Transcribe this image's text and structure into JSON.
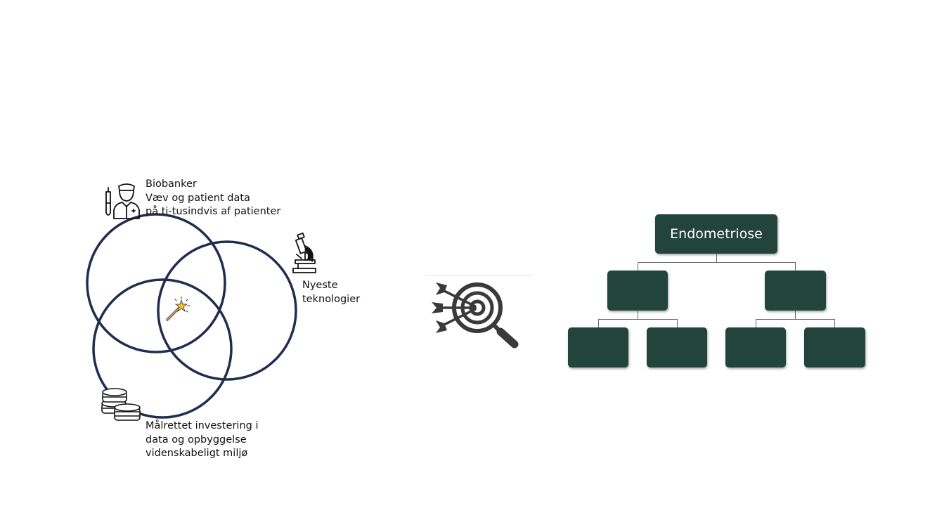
{
  "venn": {
    "stroke_color": "#1f2d4f",
    "labels": {
      "biobanker": [
        "Biobanker",
        "Væv og patient data",
        "på ti-tusindvis af patienter"
      ],
      "teknologier": [
        "Nyeste",
        "teknologier"
      ],
      "investering": [
        "Målrettet investering i",
        "data og opbyggelse",
        "videnskabeligt miljø"
      ]
    },
    "icons": {
      "top": "doctor-icon",
      "right": "microscope-icon",
      "bottom": "coins-icon",
      "center": "magic-wand-icon"
    }
  },
  "target_icon": "target-magnifier-icon",
  "tree": {
    "box_color": "#23443a",
    "root": "Endometriose",
    "children": [
      {
        "label": "",
        "children": [
          {
            "label": ""
          },
          {
            "label": ""
          }
        ]
      },
      {
        "label": "",
        "children": [
          {
            "label": ""
          },
          {
            "label": ""
          }
        ]
      }
    ]
  }
}
